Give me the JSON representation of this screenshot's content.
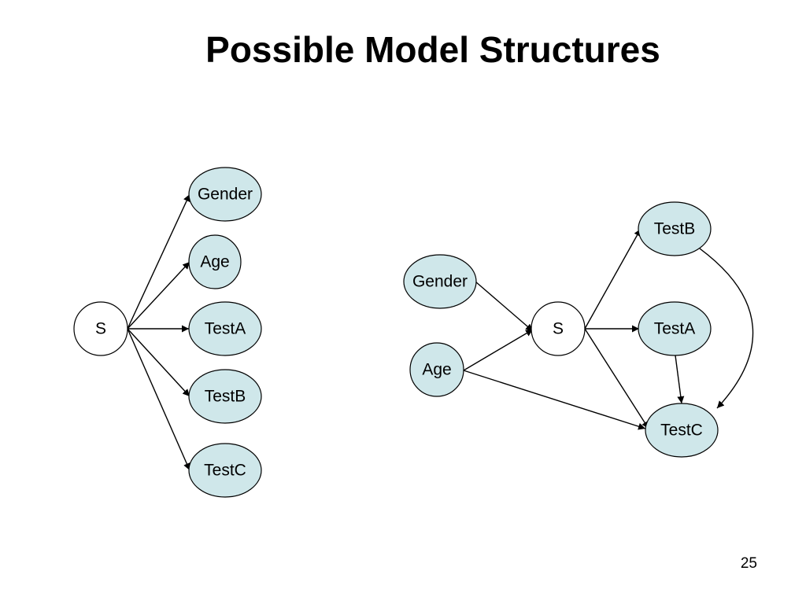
{
  "slide": {
    "title": "Possible Model Structures",
    "page_number": "25"
  },
  "colors": {
    "node_fill": "#cfe7ea",
    "node_stroke": "#000000",
    "root_fill": "#ffffff"
  },
  "left_diagram": {
    "nodes": {
      "s": "S",
      "gender": "Gender",
      "age": "Age",
      "testa": "TestA",
      "testb": "TestB",
      "testc": "TestC"
    },
    "edges": [
      [
        "S",
        "Gender"
      ],
      [
        "S",
        "Age"
      ],
      [
        "S",
        "TestA"
      ],
      [
        "S",
        "TestB"
      ],
      [
        "S",
        "TestC"
      ]
    ]
  },
  "right_diagram": {
    "nodes": {
      "gender": "Gender",
      "age": "Age",
      "s": "S",
      "testb": "TestB",
      "testa": "TestA",
      "testc": "TestC"
    },
    "edges": [
      [
        "Gender",
        "S"
      ],
      [
        "Age",
        "S"
      ],
      [
        "Age",
        "TestC"
      ],
      [
        "S",
        "TestB"
      ],
      [
        "S",
        "TestA"
      ],
      [
        "S",
        "TestC"
      ],
      [
        "TestA",
        "TestC"
      ],
      [
        "TestB",
        "TestC"
      ]
    ]
  }
}
